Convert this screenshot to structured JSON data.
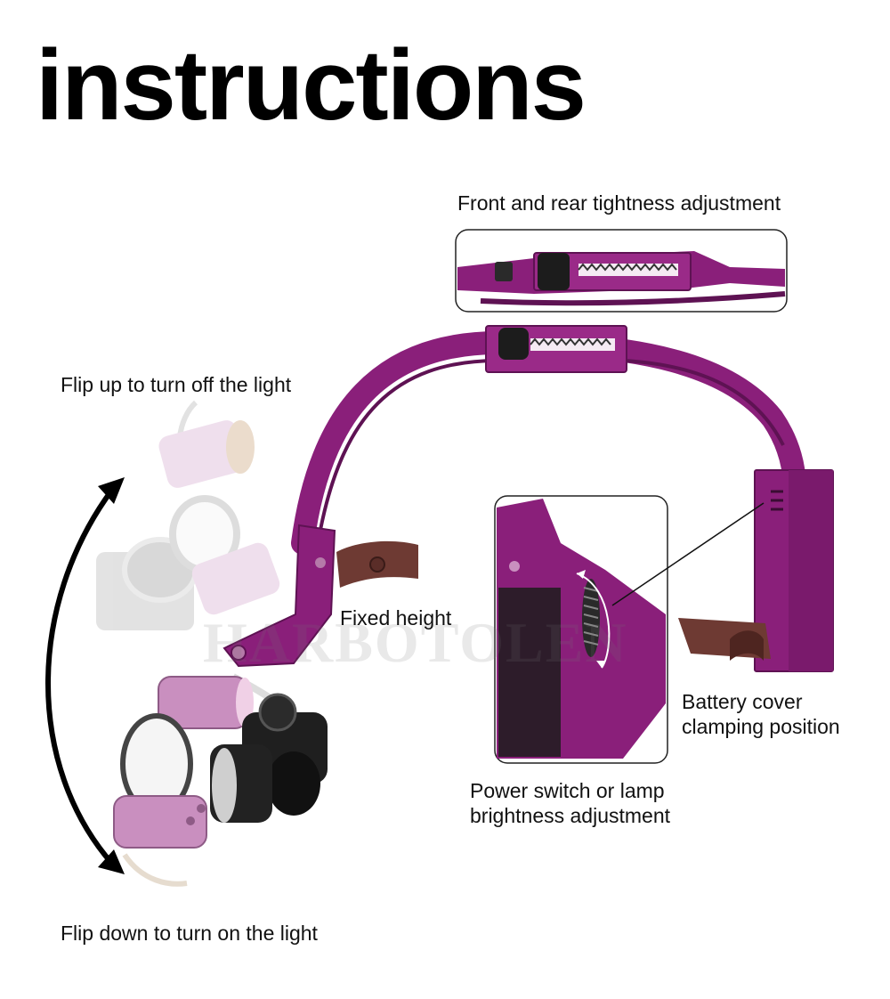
{
  "title": "instructions",
  "labels": {
    "front_rear": "Front and rear tightness adjustment",
    "flip_up": "Flip up to turn off the light",
    "fixed_height": "Fixed height",
    "battery_line1": "Battery cover",
    "battery_line2": "clamping position",
    "power_line1": "Power switch or lamp",
    "power_line2": "brightness adjustment",
    "flip_down": "Flip down to turn on the light"
  },
  "watermark": "HARBOTOLEN",
  "colors": {
    "frame_purple": "#8a1f7a",
    "frame_dark": "#5e1253",
    "lens_pink": "#c98fbf",
    "strap_brown": "#6e3a33"
  }
}
